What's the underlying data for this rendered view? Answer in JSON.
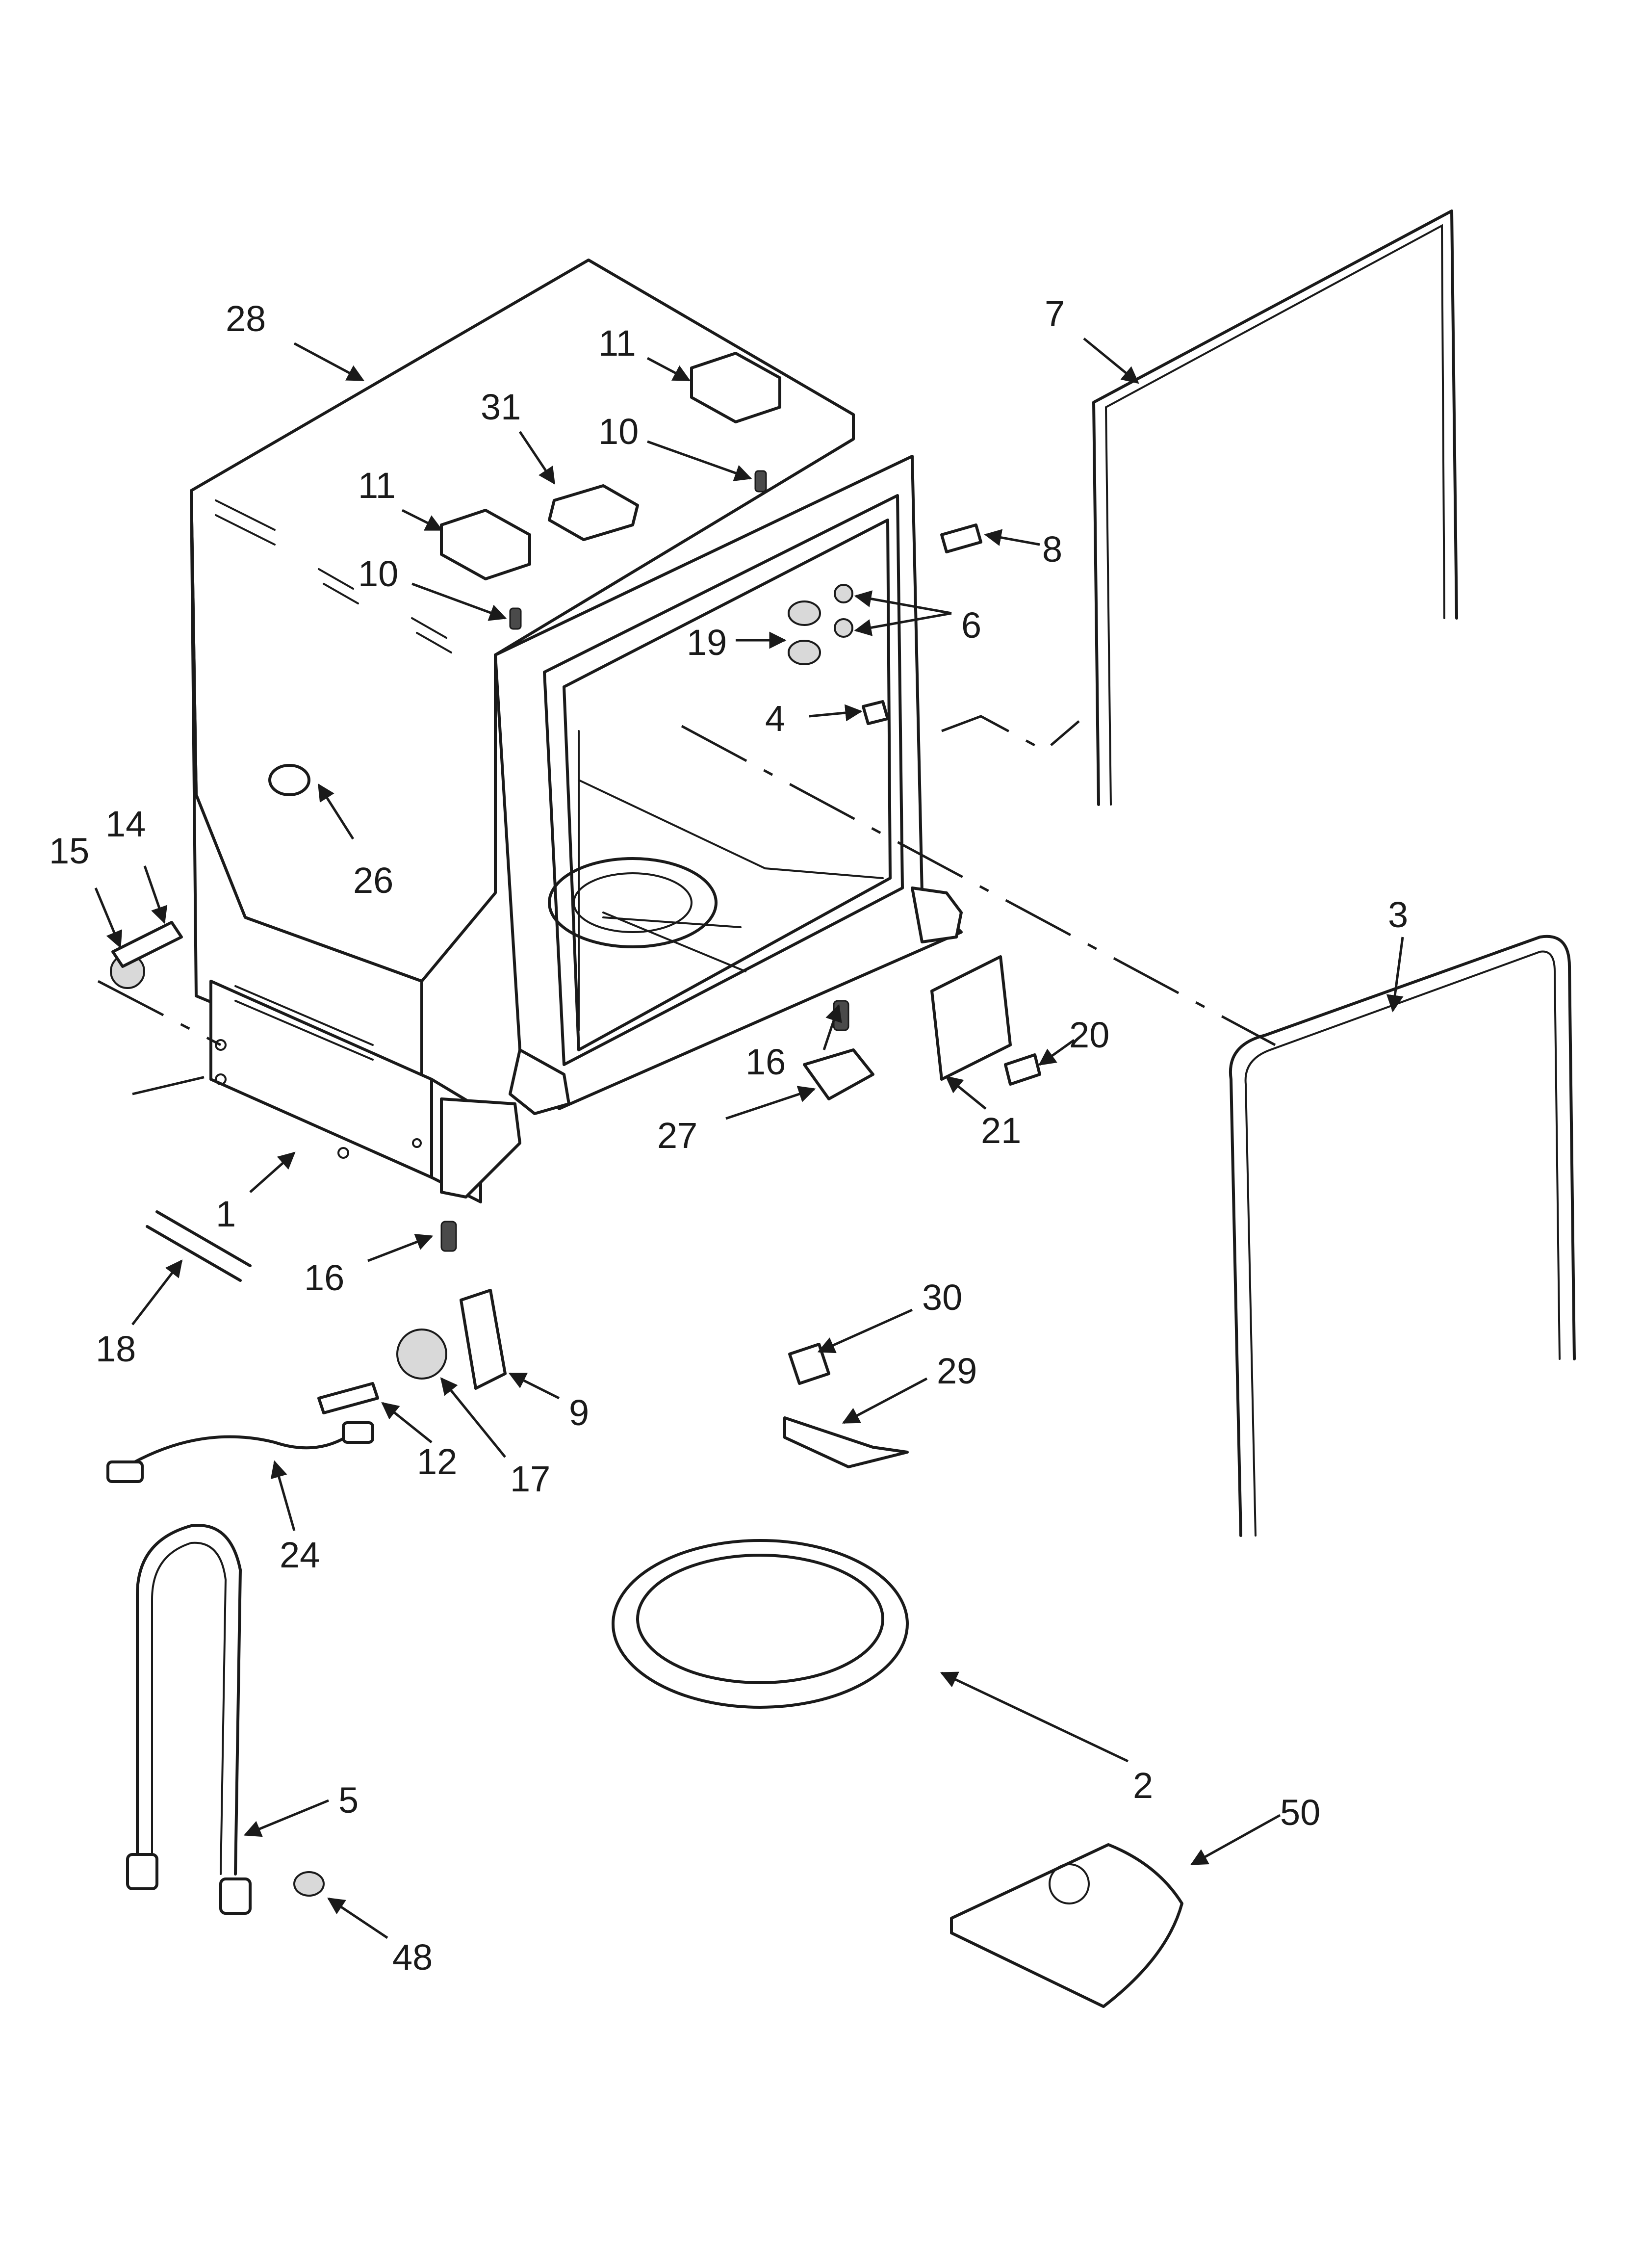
{
  "diagram": {
    "callouts": [
      {
        "id": "c28",
        "label": "28"
      },
      {
        "id": "c11a",
        "label": "11"
      },
      {
        "id": "c10a",
        "label": "10"
      },
      {
        "id": "c31",
        "label": "31"
      },
      {
        "id": "c11b",
        "label": "11"
      },
      {
        "id": "c10b",
        "label": "10"
      },
      {
        "id": "c7",
        "label": "7"
      },
      {
        "id": "c8",
        "label": "8"
      },
      {
        "id": "c19",
        "label": "19"
      },
      {
        "id": "c6",
        "label": "6"
      },
      {
        "id": "c4",
        "label": "4"
      },
      {
        "id": "c26",
        "label": "26"
      },
      {
        "id": "c15",
        "label": "15"
      },
      {
        "id": "c14",
        "label": "14"
      },
      {
        "id": "c3",
        "label": "3"
      },
      {
        "id": "c20",
        "label": "20"
      },
      {
        "id": "c16a",
        "label": "16"
      },
      {
        "id": "c21",
        "label": "21"
      },
      {
        "id": "c27",
        "label": "27"
      },
      {
        "id": "c1",
        "label": "1"
      },
      {
        "id": "c16b",
        "label": "16"
      },
      {
        "id": "c18",
        "label": "18"
      },
      {
        "id": "c30",
        "label": "30"
      },
      {
        "id": "c29",
        "label": "29"
      },
      {
        "id": "c9",
        "label": "9"
      },
      {
        "id": "c12",
        "label": "12"
      },
      {
        "id": "c17",
        "label": "17"
      },
      {
        "id": "c24",
        "label": "24"
      },
      {
        "id": "c2",
        "label": "2"
      },
      {
        "id": "c5",
        "label": "5"
      },
      {
        "id": "c50",
        "label": "50"
      },
      {
        "id": "c48",
        "label": "48"
      }
    ]
  }
}
